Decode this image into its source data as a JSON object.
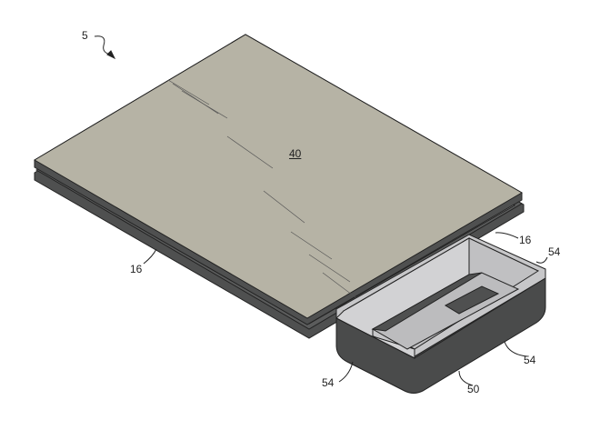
{
  "figure": {
    "labels": {
      "device": "5",
      "panel": "40",
      "frame_left": "16",
      "frame_right": "16",
      "rim_top_right": "54",
      "rim_right": "54",
      "rim_left": "54",
      "tray": "50"
    },
    "colors": {
      "panel": "#b6b3a5",
      "frame": "#4f5050",
      "tray_inner": "#c7c7c9",
      "tray_outer": "#4a4b4b"
    }
  }
}
